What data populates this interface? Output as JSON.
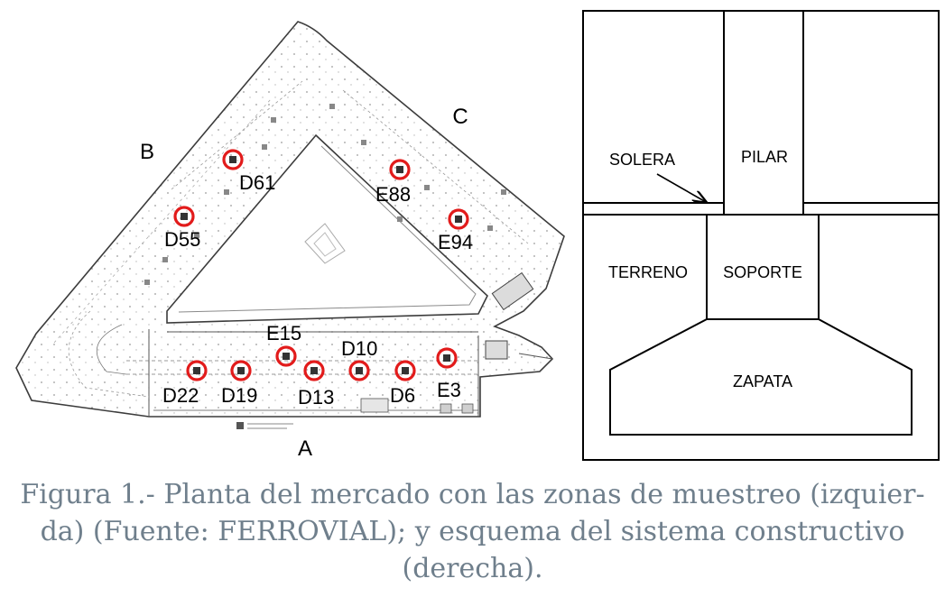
{
  "plan": {
    "zones": {
      "a": "A",
      "b": "B",
      "c": "C"
    },
    "points": [
      {
        "label": "D61"
      },
      {
        "label": "D55"
      },
      {
        "label": "E88"
      },
      {
        "label": "E94"
      },
      {
        "label": "E15"
      },
      {
        "label": "D10"
      },
      {
        "label": "D22"
      },
      {
        "label": "D19"
      },
      {
        "label": "D13"
      },
      {
        "label": "D6"
      },
      {
        "label": "E3"
      }
    ],
    "marker_color": "#e21b1b"
  },
  "scheme": {
    "solera": "SOLERA",
    "pilar": "PILAR",
    "terreno": "TERRENO",
    "soporte": "SOPORTE",
    "zapata": "ZAPATA"
  },
  "caption": {
    "line1": "Figura 1.- Planta del mercado con las zonas de muestreo (izquier-",
    "line2": "da) (Fuente: FERROVIAL); y esquema del sistema constructivo",
    "line3": "(derecha)."
  }
}
